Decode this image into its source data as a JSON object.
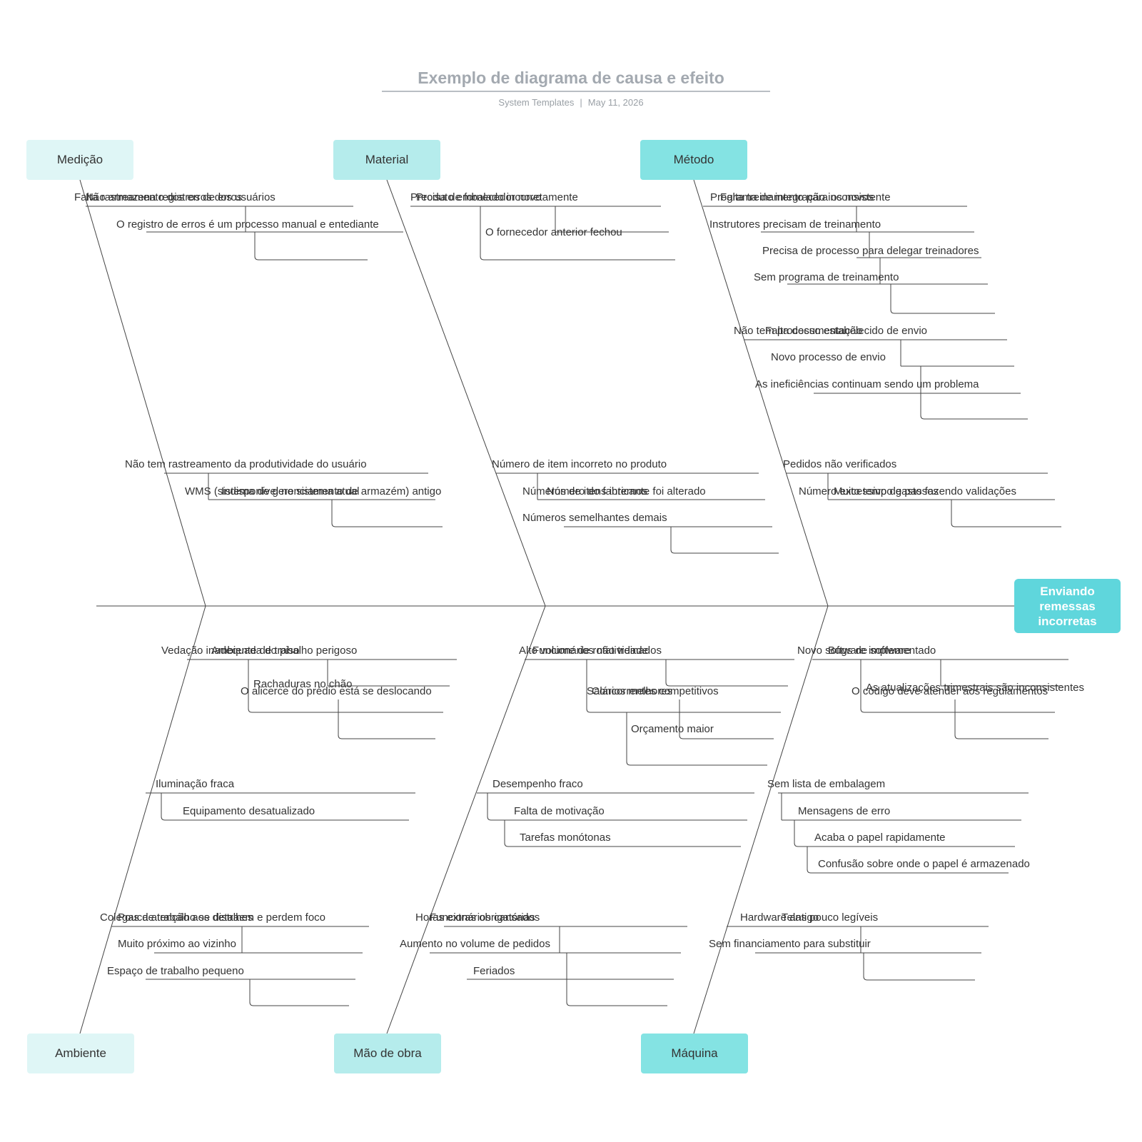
{
  "title": "Exemplo de diagrama de causa e efeito",
  "subtitle": {
    "author": "System Templates",
    "date": "May 11, 2026"
  },
  "effect": "Enviando remessas incorretas",
  "categories": {
    "medicao": "Medição",
    "material": "Material",
    "metodo": "Método",
    "ambiente": "Ambiente",
    "mao_de_obra": "Mão de obra",
    "maquina": "Máquina"
  },
  "causes": {
    "medicao": [
      "Falta rastreamento dos erros dos usuários",
      "Não armazena registros de erros",
      "O registro de erros é um processo manual e entediante",
      "Não tem rastreamento da produtividade do usuário",
      "WMS (sistema de gerenciamento de armazém) antigo",
      "Indisponível no sistema atual"
    ],
    "material": [
      "Produto embalado incorretamente",
      "Precisa de fornecedor novo",
      "O fornecedor anterior fechou",
      "Número de item incorreto no produto",
      "Números de itens internos",
      "Número do fabricante foi alterado",
      "Números semelhantes demais"
    ],
    "metodo": [
      "Programa de integração inconsistente",
      "Falta treinamento para os novos",
      "Instrutores precisam de treinamento",
      "Precisa de processo para delegar treinadores",
      "Sem programa de treinamento",
      "Não tem processo estabelecido de envio",
      "Falta documentação",
      "Novo processo de envio",
      "As ineficiências continuam sendo um problema",
      "Pedidos não verificados",
      "Muito tempo gasto fazendo validações",
      "Número excessivo de passos"
    ],
    "ambiente": [
      "Vedação inadequada do piso",
      "Ambiente de trabalho perigoso",
      "Rachaduras no chão",
      "O alicerce do prédio está se deslocando",
      "Iluminação fraca",
      "Equipamento desatualizado",
      "Colegas de trabalho se distraem e perdem foco",
      "Pouca atenção aos detalhes",
      "Muito próximo ao vizinho",
      "Espaço de trabalho pequeno"
    ],
    "mao_de_obra": [
      "Alto volume de rotatividade",
      "Funcionários não treinados",
      "Salários melhores",
      "Concorrentes competitivos",
      "Orçamento maior",
      "Desempenho fraco",
      "Falta de motivação",
      "Tarefas monótonas",
      "Horas extras obrigatórias",
      "Funcionários cansados",
      "Aumento no volume de pedidos",
      "Feriados"
    ],
    "maquina": [
      "Novo software implementado",
      "Bugs de software",
      "As atualizações trimestrais são inconsistentes",
      "O código deve atender aos regulamentos",
      "Sem lista de embalagem",
      "Mensagens de erro",
      "Acaba o papel rapidamente",
      "Confusão sobre onde o papel é armazenado",
      "Hardware antigo",
      "Telas pouco legíveis",
      "Sem financiamento para substituir"
    ]
  },
  "colors": {
    "effect": "#5fd6dc",
    "cat_light": "#dff6f6",
    "cat_mid": "#b5ecec",
    "cat_dark": "#84e3e3",
    "line": "#333333"
  }
}
